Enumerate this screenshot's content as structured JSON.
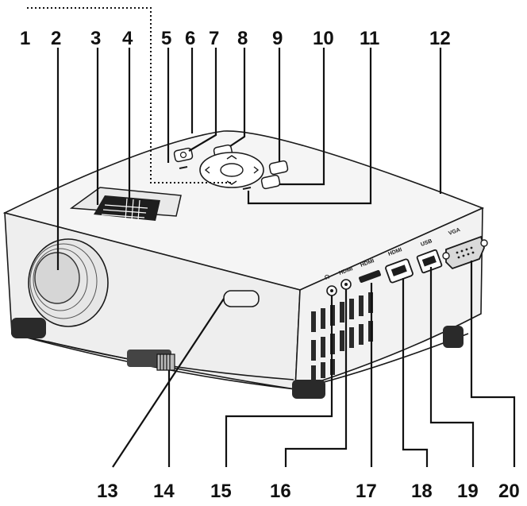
{
  "callouts": [
    "1",
    "2",
    "3",
    "4",
    "5",
    "6",
    "7",
    "8",
    "9",
    "10",
    "11",
    "12",
    "13",
    "14",
    "15",
    "16",
    "17",
    "18",
    "19",
    "20"
  ],
  "port_labels": {
    "headphone": "☊",
    "hdmi_1": "HDMI",
    "hdmi_2": "HDMI",
    "hdmi_3": "HDMI",
    "usb": "USB",
    "vga": "VGA"
  },
  "colors": {
    "ink": "#111111",
    "body_top": "#f4f4f4",
    "body_side": "#eeeeee",
    "dark": "#1e1e1e"
  }
}
